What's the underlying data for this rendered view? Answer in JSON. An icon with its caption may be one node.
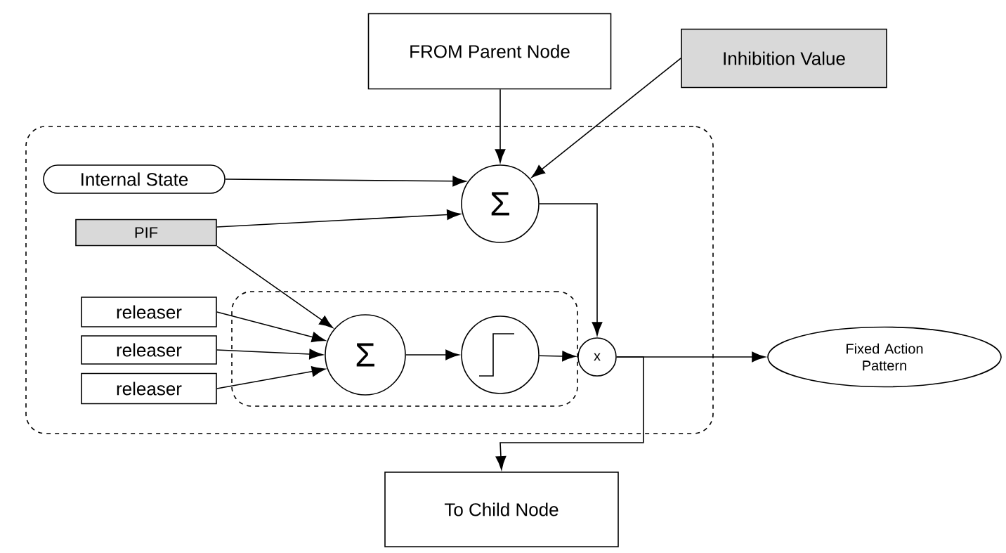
{
  "diagram": {
    "nodes": [
      {
        "text": [
          "FROM Parent Node"
        ]
      },
      {
        "text": [
          "Inhibition Value"
        ]
      },
      {
        "text": [],
        "shape": "box"
      },
      {
        "text": [
          "Internal State"
        ],
        "in": 2
      },
      {
        "text": [
          "PIF"
        ],
        "in": 2
      },
      {
        "text": [],
        "shape": "box",
        "in": 2
      },
      {
        "text": [
          "releaser"
        ],
        "in": 2
      },
      {
        "text": [
          "releaser"
        ],
        "in": 2
      },
      {
        "text": [
          "releaser"
        ],
        "in": 2
      },
      {
        "text": [
          "Σ"
        ],
        "in": 2
      },
      {
        "text": [
          "Σ"
        ],
        "in": 5
      },
      {
        "text": [],
        "shape": "circle",
        "in": 5
      },
      {
        "text": [
          "x"
        ],
        "in": 2
      },
      {
        "text": [
          "Fixed Action Pattern"
        ]
      },
      {
        "text": [
          "To Child Node"
        ]
      }
    ],
    "edges": [
      {
        "from": 0,
        "to": 9,
        "arrow": "to"
      },
      {
        "from": 1,
        "to": 9,
        "arrow": "to"
      },
      {
        "from": 3,
        "to": 9,
        "arrow": "to"
      },
      {
        "from": 4,
        "to": 9,
        "arrow": "to"
      },
      {
        "from": 4,
        "to": 10,
        "arrow": "to"
      },
      {
        "from": 6,
        "to": 10,
        "arrow": "to"
      },
      {
        "from": 7,
        "to": 10,
        "arrow": "to"
      },
      {
        "from": 8,
        "to": 10,
        "arrow": "to"
      },
      {
        "from": 10,
        "to": 11,
        "arrow": "to"
      },
      {
        "from": 11,
        "to": 12,
        "arrow": "to"
      },
      {
        "from": 9,
        "to": 12,
        "arrow": "to"
      },
      {
        "from": 12,
        "to": 13,
        "arrow": "to"
      },
      {
        "from": 12,
        "to": 14,
        "arrow": "to"
      }
    ]
  }
}
